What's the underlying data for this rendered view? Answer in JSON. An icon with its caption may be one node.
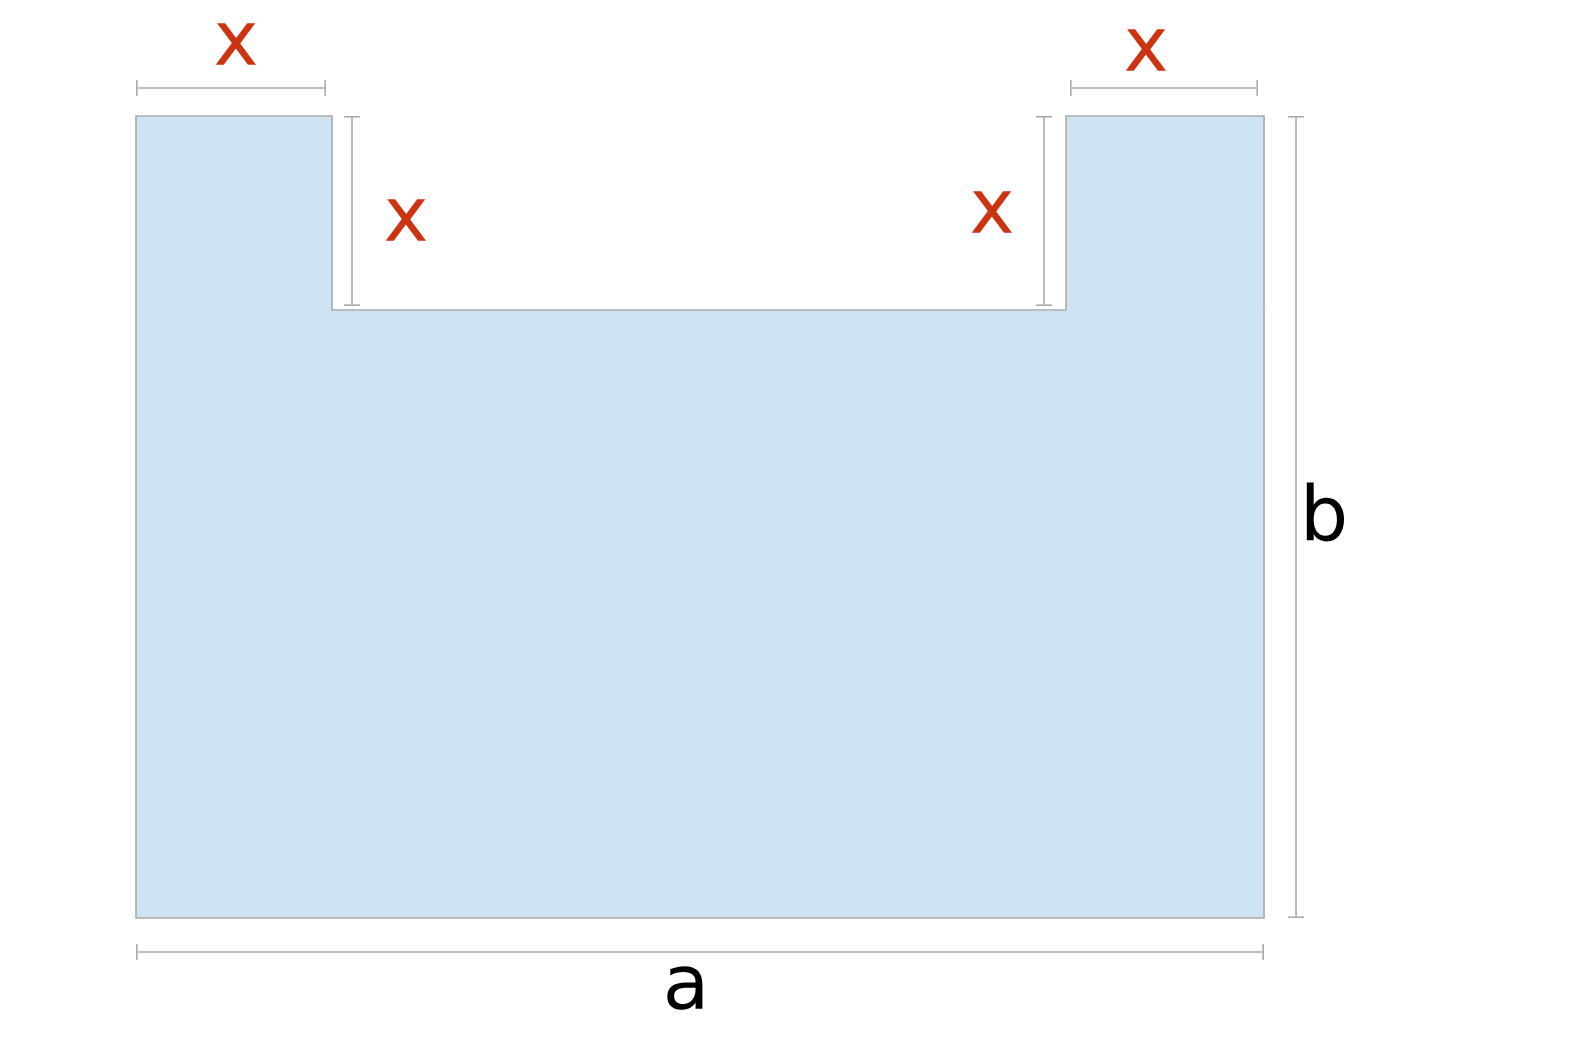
{
  "diagram": {
    "labels": [
      "x",
      "x",
      "x",
      "x",
      "b",
      "a"
    ]
  }
}
